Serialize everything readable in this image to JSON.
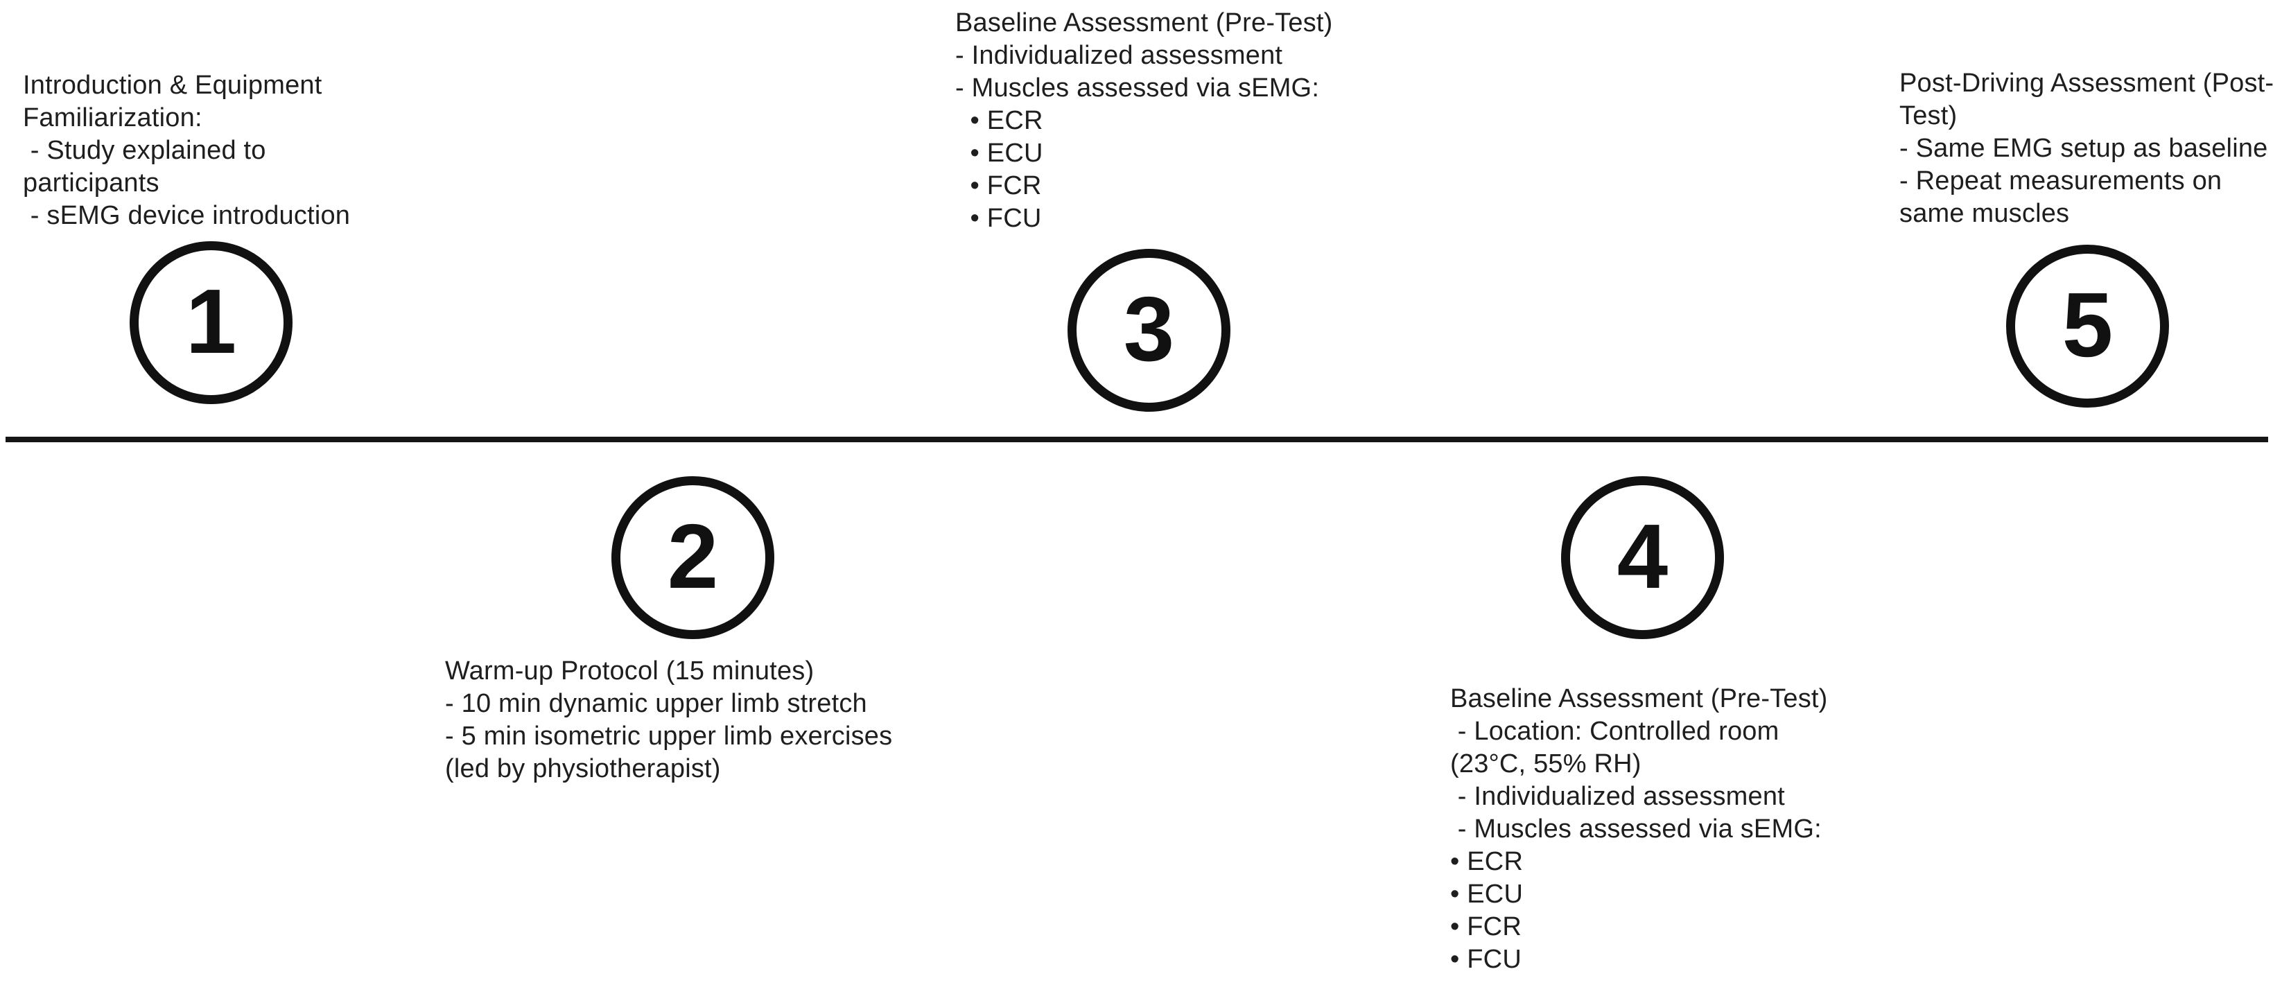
{
  "diagram": {
    "kind": "study-protocol-timeline",
    "colors": {
      "ink": "#161616",
      "background": "#ffffff"
    },
    "steps": [
      {
        "number": "1",
        "side": "above-line",
        "text": "Introduction & Equipment\nFamiliarization:\n - Study explained to\nparticipants\n - sEMG device introduction"
      },
      {
        "number": "2",
        "side": "below-line",
        "text": "Warm-up Protocol (15 minutes)\n- 10 min dynamic upper limb stretch\n- 5 min isometric upper limb exercises\n(led by physiotherapist)"
      },
      {
        "number": "3",
        "side": "above-line",
        "text": "Baseline Assessment (Pre-Test)\n- Individualized assessment\n- Muscles assessed via sEMG:\n  • ECR\n  • ECU\n  • FCR\n  • FCU"
      },
      {
        "number": "4",
        "side": "below-line",
        "text": "Baseline Assessment (Pre-Test)\n - Location: Controlled room\n(23°C, 55% RH)\n - Individualized assessment\n - Muscles assessed via sEMG:\n• ECR\n• ECU\n• FCR\n• FCU"
      },
      {
        "number": "5",
        "side": "above-line",
        "text": "Post-Driving Assessment (Post-\nTest)\n- Same EMG setup as baseline\n- Repeat measurements on\nsame muscles"
      }
    ]
  }
}
